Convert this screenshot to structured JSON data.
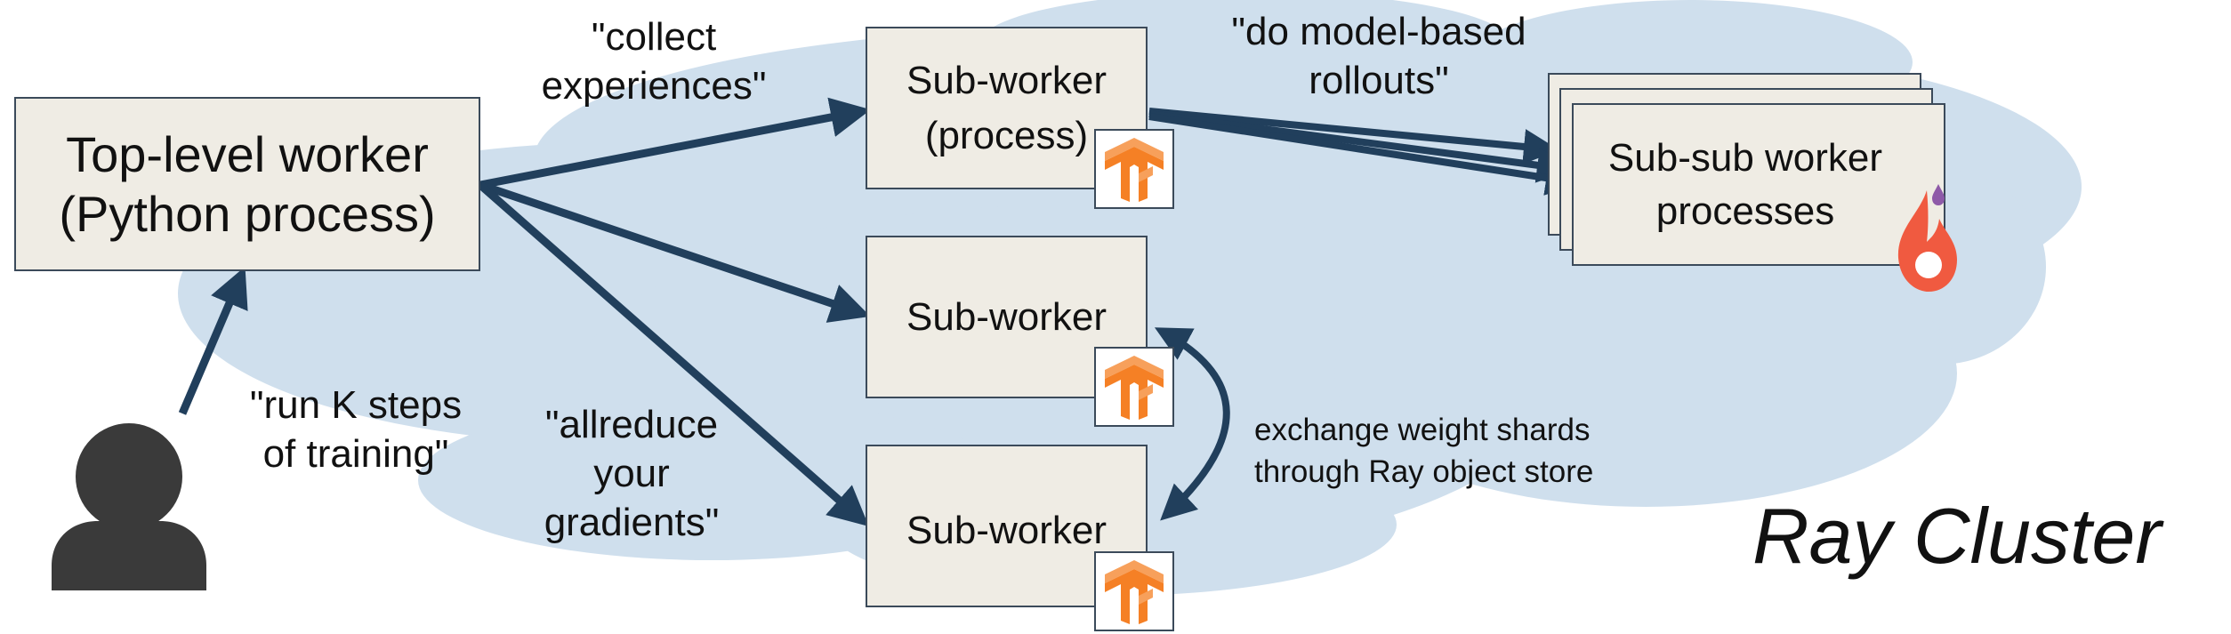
{
  "diagram": {
    "top_worker": {
      "line1": "Top-level worker",
      "line2": "(Python process)"
    },
    "sub_worker_1": {
      "line1": "Sub-worker",
      "line2": "(process)"
    },
    "sub_worker_2": {
      "label": "Sub-worker"
    },
    "sub_worker_3": {
      "label": "Sub-worker"
    },
    "sub_sub": {
      "line1": "Sub-sub worker",
      "line2": "processes"
    },
    "label_collect": {
      "line1": "\"collect",
      "line2": "experiences\""
    },
    "label_rollouts": {
      "line1": "\"do model-based",
      "line2": "rollouts\""
    },
    "label_run": {
      "line1": "\"run K steps",
      "line2": "of training\""
    },
    "label_allreduce": {
      "line1": "\"allreduce",
      "line2": "your",
      "line3": "gradients\""
    },
    "label_exchange": {
      "line1": "exchange weight shards",
      "line2": "through Ray object store"
    },
    "cluster_label": "Ray Cluster"
  },
  "colors": {
    "cloud": "#cfdfed",
    "arrow": "#213f5c",
    "box_fill": "#efece4",
    "box_border": "#3b4a5a",
    "tensorflow_orange": "#f58025",
    "ray_red": "#f05a40",
    "user_gray": "#3a3a3a"
  },
  "icons": [
    "user-icon",
    "tensorflow-icon",
    "ray-flame-icon"
  ]
}
